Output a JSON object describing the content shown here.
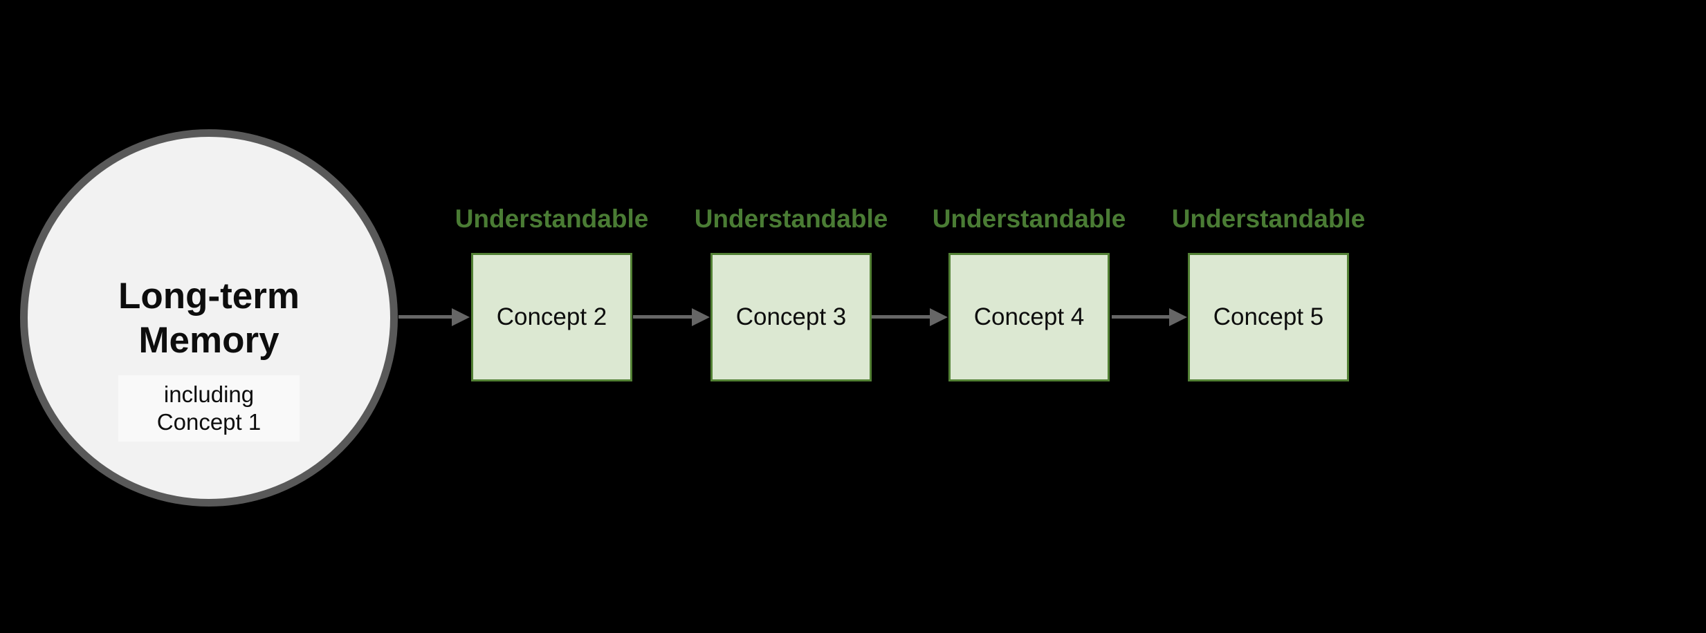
{
  "theme": {
    "bg": "#000000",
    "circleFill": "#f2f2f2",
    "circleBorder": "#595959",
    "boxFill": "#dce8d2",
    "boxBorder": "#538135",
    "green": "#4a7c34",
    "arrow": "#666666",
    "ink": "#0d0d0d"
  },
  "memory_node": {
    "title_line1": "Long-term",
    "title_line2": "Memory",
    "subtitle_line1": "including",
    "subtitle_line2": "Concept 1"
  },
  "flow": {
    "steps": [
      {
        "tag": "Understandable",
        "label": "Concept 2"
      },
      {
        "tag": "Understandable",
        "label": "Concept 3"
      },
      {
        "tag": "Understandable",
        "label": "Concept 4"
      },
      {
        "tag": "Understandable",
        "label": "Concept 5"
      }
    ]
  }
}
